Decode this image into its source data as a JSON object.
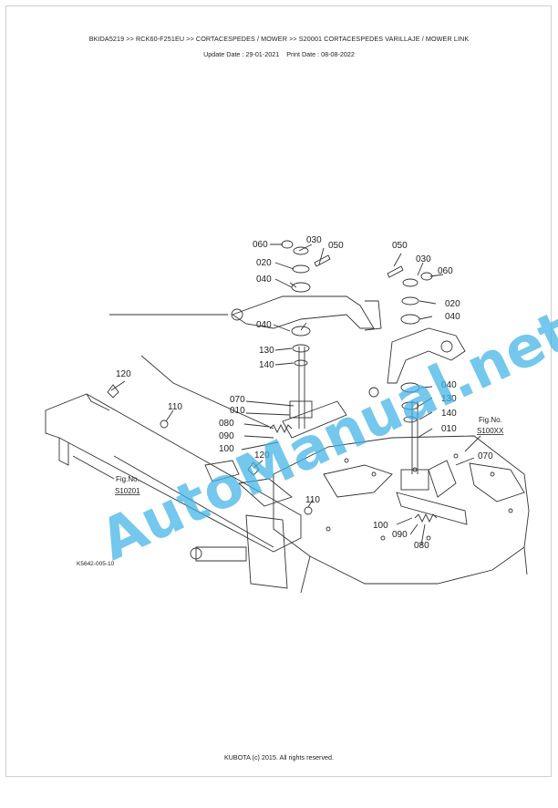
{
  "header": {
    "breadcrumb": "BKIDA5219 >> RCK60-F251EU >> CORTACESPEDES / MOWER >> S20001   CORTACESPEDES VARILLAJE / MOWER LINK",
    "update_date": "Update Date : 29-01-2021",
    "print_date": "Print Date : 08-08-2022"
  },
  "diagram": {
    "callouts": {
      "c060a": "060",
      "c030a": "030",
      "c050a": "050",
      "c020a": "020",
      "c040a": "040",
      "c040b": "040",
      "c130a": "130",
      "c140a": "140",
      "c120a": "120",
      "c110a": "110",
      "c070a": "070",
      "c010a": "010",
      "c080a": "080",
      "c090a": "090",
      "c100a": "100",
      "c120b": "120",
      "c110b": "110",
      "c050b": "050",
      "c030b": "030",
      "c060b": "060",
      "c020b": "020",
      "c040c": "040",
      "c040d": "040",
      "c130b": "130",
      "c140b": "140",
      "c010b": "010",
      "c070b": "070",
      "c100b": "100",
      "c090b": "090",
      "c080b": "080"
    },
    "fig_refs": {
      "left_label": "Fig.No.",
      "left_num": "S10201",
      "right_label": "Fig.No.",
      "right_num": "S100XX"
    },
    "drawing_code": "K5642-005-10",
    "watermark": "AutoManual.net"
  },
  "footer": {
    "copyright": "KUBOTA (c) 2015. All rights reserved."
  }
}
